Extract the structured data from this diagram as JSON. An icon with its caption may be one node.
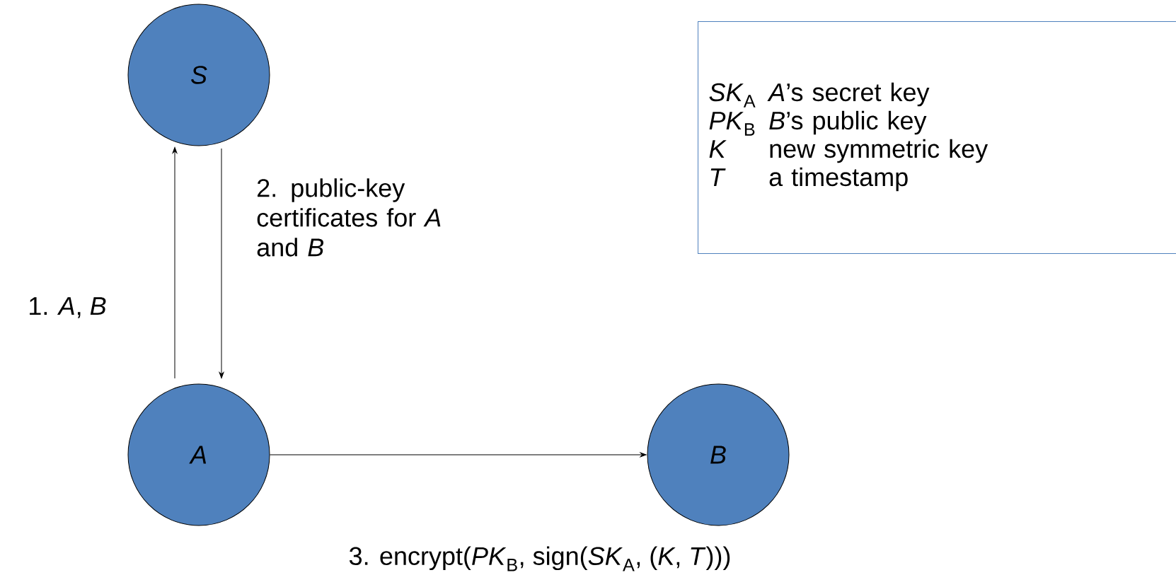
{
  "diagram": {
    "nodes": [
      {
        "text": [
          "S"
        ]
      },
      {
        "text": [
          "A"
        ]
      },
      {
        "text": [
          "B"
        ]
      },
      {
        "text": [
          "*SK*$_{A}$",
          "*A*’s secret key",
          "*PK*$_{B}$",
          "*B*’s public key",
          "K",
          "new symmetric key",
          "T",
          "a timestamp"
        ]
      }
    ],
    "edges": [
      {
        "from": 1,
        "to": 0,
        "arrow": "to",
        "label": "1. *A*, *B*"
      },
      {
        "from": 0,
        "to": 1,
        "arrow": "to",
        "label": "2. public-key certificates for *A* and *B*"
      },
      {
        "from": 1,
        "to": 2,
        "arrow": "to",
        "label": "3. encrypt(*PK*$_{B}$, sign(*SK*$_{A}$, (*K*, *T*)))"
      }
    ]
  }
}
